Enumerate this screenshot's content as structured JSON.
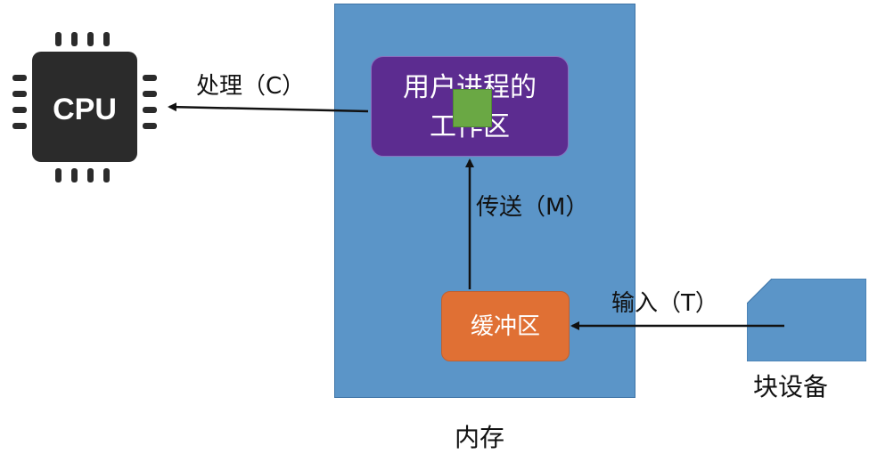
{
  "diagram": {
    "workspace": {
      "line1": "用户进程的",
      "line2": "工作区"
    },
    "buffer": {
      "label": "缓冲区"
    },
    "memory": {
      "label": "内存"
    },
    "block_device": {
      "label": "块设备"
    },
    "cpu": {
      "label": "CPU"
    },
    "edges": {
      "process": "处理（C）",
      "transfer": "传送（M）",
      "input": "输入（T）"
    },
    "colors": {
      "memory": "#5b95c8",
      "workspace": "#5c2c90",
      "buffer": "#e07034",
      "block_device": "#5b95c8",
      "marker": "#6aa844",
      "cpu_chip": "#2b2b2b"
    }
  }
}
